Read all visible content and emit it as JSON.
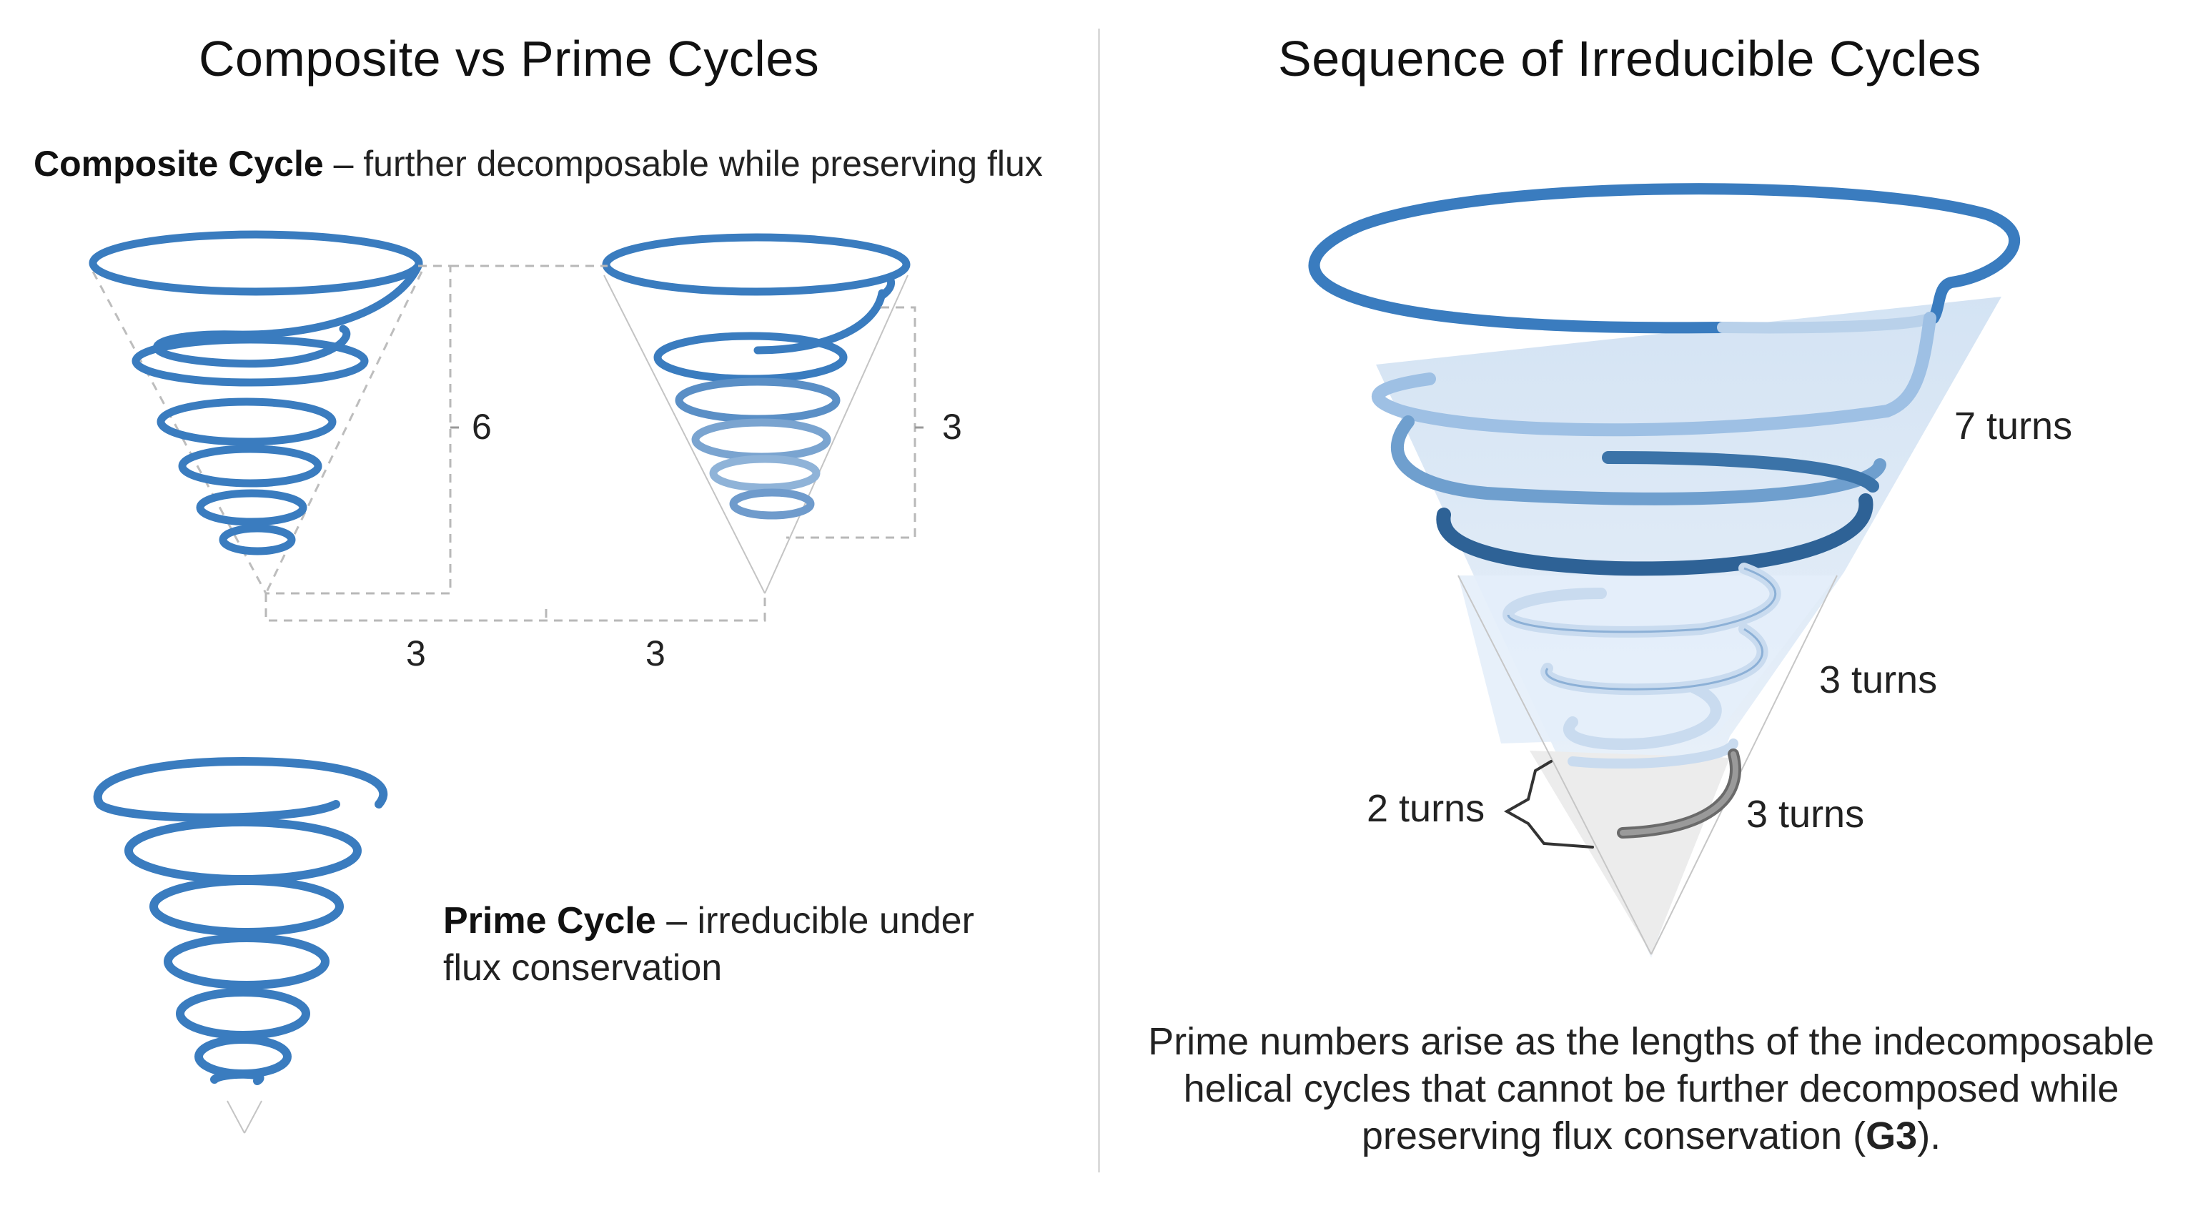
{
  "left_panel": {
    "title": "Composite vs Prime Cycles",
    "composite_label": {
      "term": "Composite Cycle",
      "description": "– further decomposable while preserving flux"
    },
    "dimension_labels": {
      "left_height": "6",
      "right_height": "3",
      "left_width": "3",
      "right_width": "3"
    },
    "prime_label": {
      "term": "Prime Cycle",
      "description_line1": "– irreducible under",
      "description_line2": "flux conservation"
    }
  },
  "right_panel": {
    "title": "Sequence of Irreducible Cycles",
    "turn_labels": {
      "top": "7 turns",
      "middle": "3 turns",
      "bottom_left": "2 turns",
      "bottom_right": "3 turns"
    },
    "caption": {
      "line1": "Prime numbers arise as the lengths of the indecomposable",
      "line2": "helical cycles that cannot be further decomposed while",
      "line3_pre": "preserving flux conservation (",
      "line3_bold": "G3",
      "line3_post": ")."
    }
  },
  "colors": {
    "helix_blue": "#3a7cbf",
    "helix_dark": "#2b5f93",
    "helix_light": "#a9c6e4",
    "cone_fill": "#dce8f5",
    "cone_fill_bottom": "#e2e2e2",
    "guide_gray": "#b8b8b8"
  }
}
